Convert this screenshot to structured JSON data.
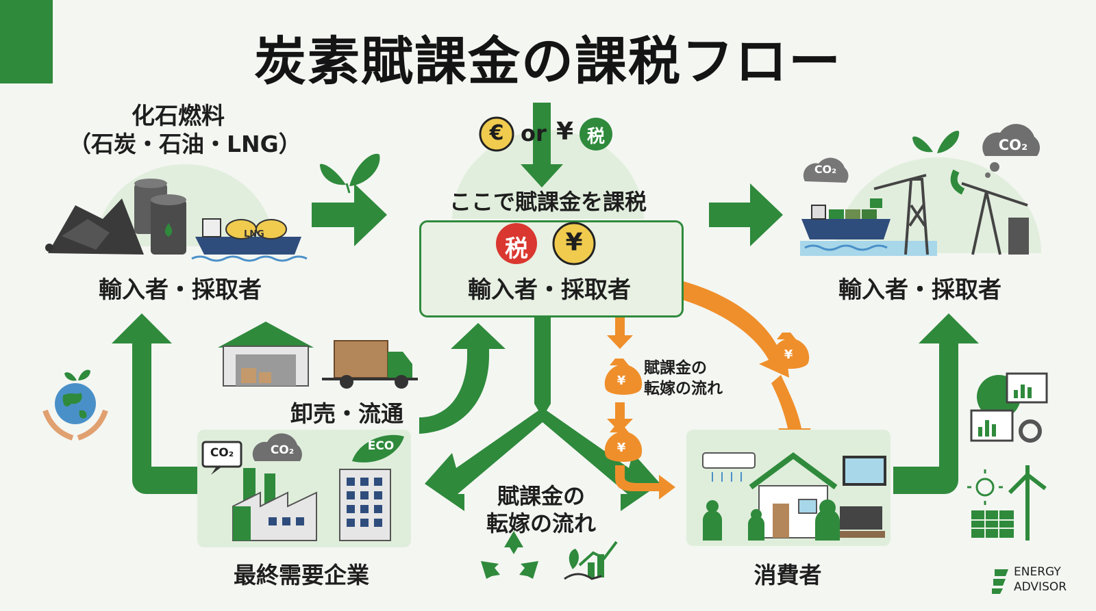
{
  "title": "炭素賦課金の課税フロー",
  "fossil": {
    "line1": "化石燃料",
    "line2": "（石炭・石油・LNG）",
    "ship_label": "LNG"
  },
  "currency": {
    "euro": "€",
    "or": "or",
    "yen": "¥",
    "tax": "税"
  },
  "tax_point": {
    "heading": "ここで賦課金を課税",
    "tax_badge": "税",
    "yen_badge": "¥",
    "label": "輸入者・採取者"
  },
  "left_node": {
    "label": "輸入者・採取者"
  },
  "right_node": {
    "label": "輸入者・採取者"
  },
  "wholesale": {
    "label": "卸売・流通"
  },
  "end_company": {
    "label": "最終需要企業"
  },
  "consumer": {
    "label": "消費者"
  },
  "pass_through_center": {
    "line1": "賦課金の",
    "line2": "転嫁の流れ"
  },
  "pass_through_side": {
    "line1": "賦課金の",
    "line2": "転嫁の流れ"
  },
  "badges": {
    "co2_a": "CO₂",
    "co2_b": "CO₂",
    "co2_c": "CO₂",
    "co2_d": "CO₂",
    "eco": "ECO",
    "yen": "¥"
  },
  "logo": {
    "line1": "ENERGY",
    "line2": "ADVISOR"
  },
  "colors": {
    "green": "#2f8a3c",
    "orange": "#ef8f2b",
    "panel": "#dfeedb",
    "red": "#d9372f",
    "gold": "#f0cb4e"
  }
}
